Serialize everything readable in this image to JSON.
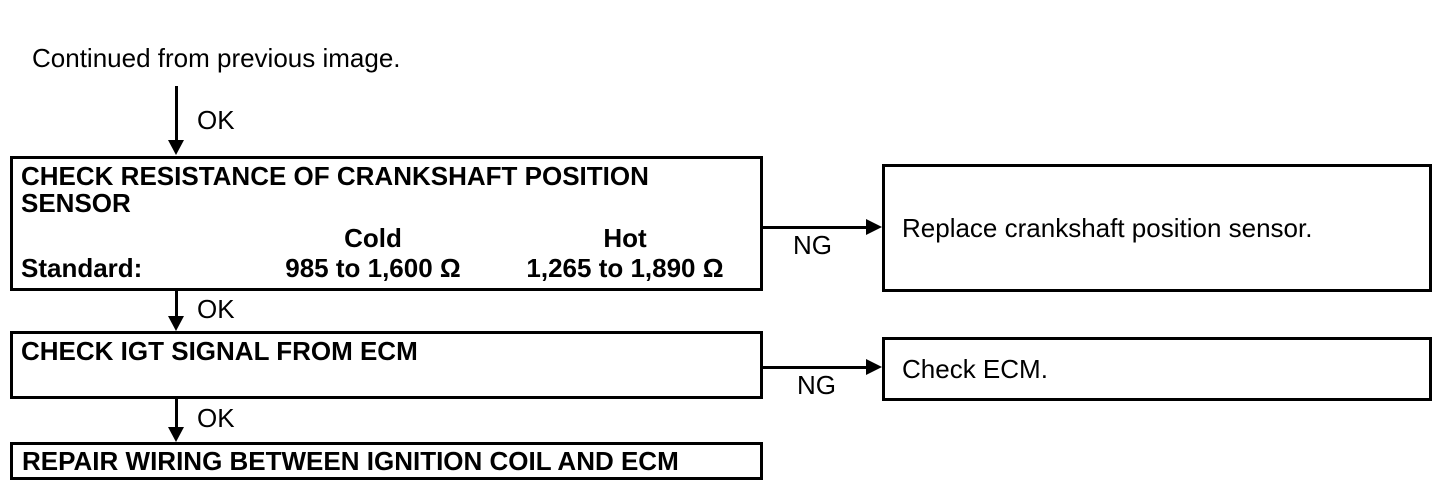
{
  "page": {
    "background_color": "#ffffff",
    "ink_color": "#000000"
  },
  "intro": {
    "text": "Continued from previous image."
  },
  "flow": {
    "connectors": {
      "ok1": "OK",
      "ok2": "OK",
      "ok3": "OK",
      "ng1": "NG",
      "ng2": "NG"
    },
    "steps": [
      {
        "title": "CHECK RESISTANCE OF CRANKSHAFT POSITION SENSOR",
        "standard_label": "Standard:",
        "columns": [
          {
            "header": "Cold",
            "value": "985 to 1,600 Ω"
          },
          {
            "header": "Hot",
            "value": "1,265 to 1,890 Ω"
          }
        ]
      },
      {
        "title": "CHECK IGT SIGNAL FROM ECM"
      },
      {
        "title": "REPAIR WIRING BETWEEN IGNITION COIL AND ECM"
      }
    ],
    "ng_results": [
      {
        "text": "Replace crankshaft position sensor."
      },
      {
        "text": "Check ECM."
      }
    ]
  }
}
